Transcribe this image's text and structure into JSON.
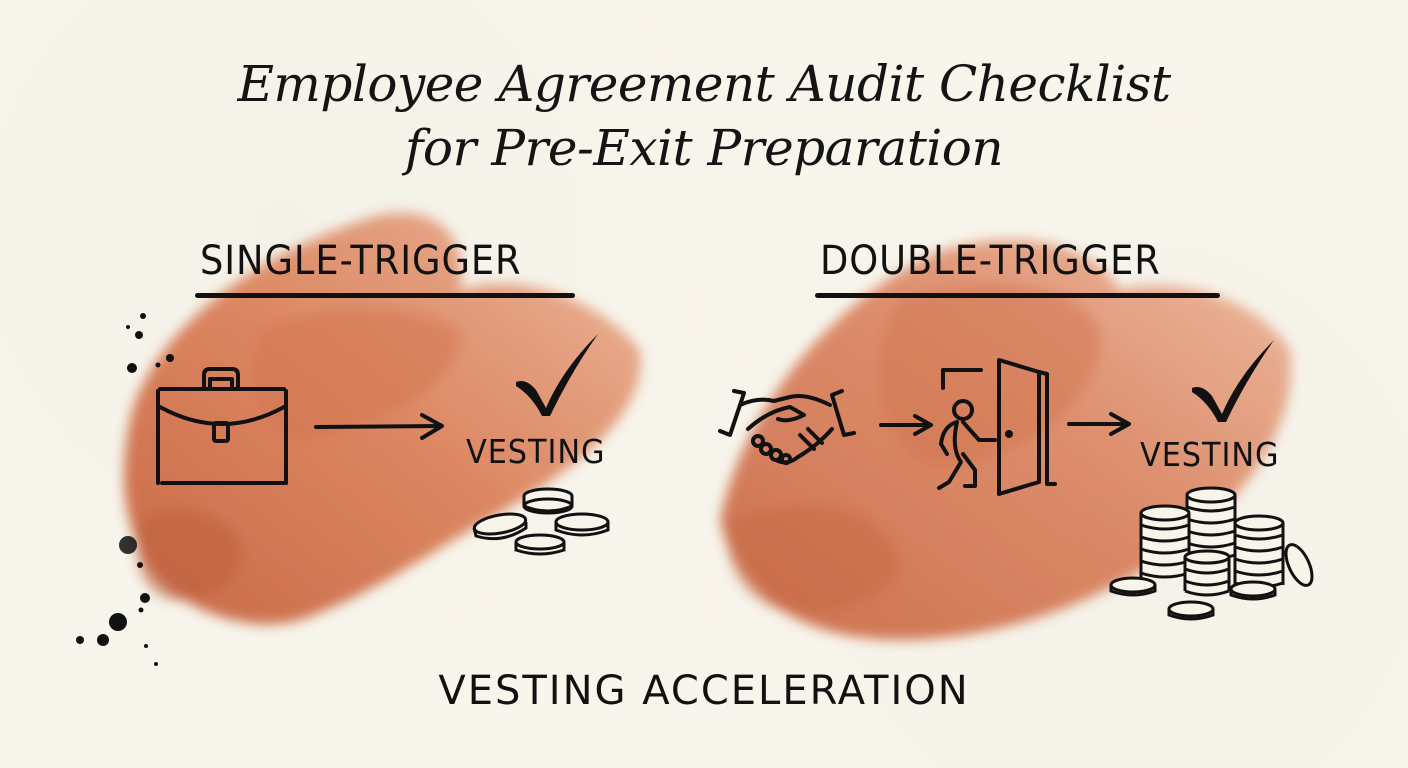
{
  "title": {
    "line1": "Employee Agreement Audit Checklist",
    "line2": "for Pre-Exit Preparation"
  },
  "panels": [
    {
      "heading": "SINGLE-TRIGGER",
      "steps": [
        {
          "icon": "briefcase-icon",
          "meaning": "acquisition / change of control"
        },
        {
          "icon": "arrow-right-icon"
        },
        {
          "icon": "checkmark-icon"
        }
      ],
      "result_label": "VESTING",
      "result_icon": "coins-small-pile-icon"
    },
    {
      "heading": "DOUBLE-TRIGGER",
      "steps": [
        {
          "icon": "handshake-icon",
          "meaning": "deal / acquisition"
        },
        {
          "icon": "arrow-right-icon"
        },
        {
          "icon": "person-exiting-door-icon",
          "meaning": "termination"
        },
        {
          "icon": "arrow-right-icon"
        },
        {
          "icon": "checkmark-icon"
        }
      ],
      "result_label": "VESTING",
      "result_icon": "coins-large-stacks-icon"
    }
  ],
  "footer": {
    "label": "VESTING ACCELERATION"
  },
  "colors": {
    "paper": "#f8f5ec",
    "ink": "#111111",
    "wash_dark": "#c8643c",
    "wash_light": "#e9a784"
  }
}
